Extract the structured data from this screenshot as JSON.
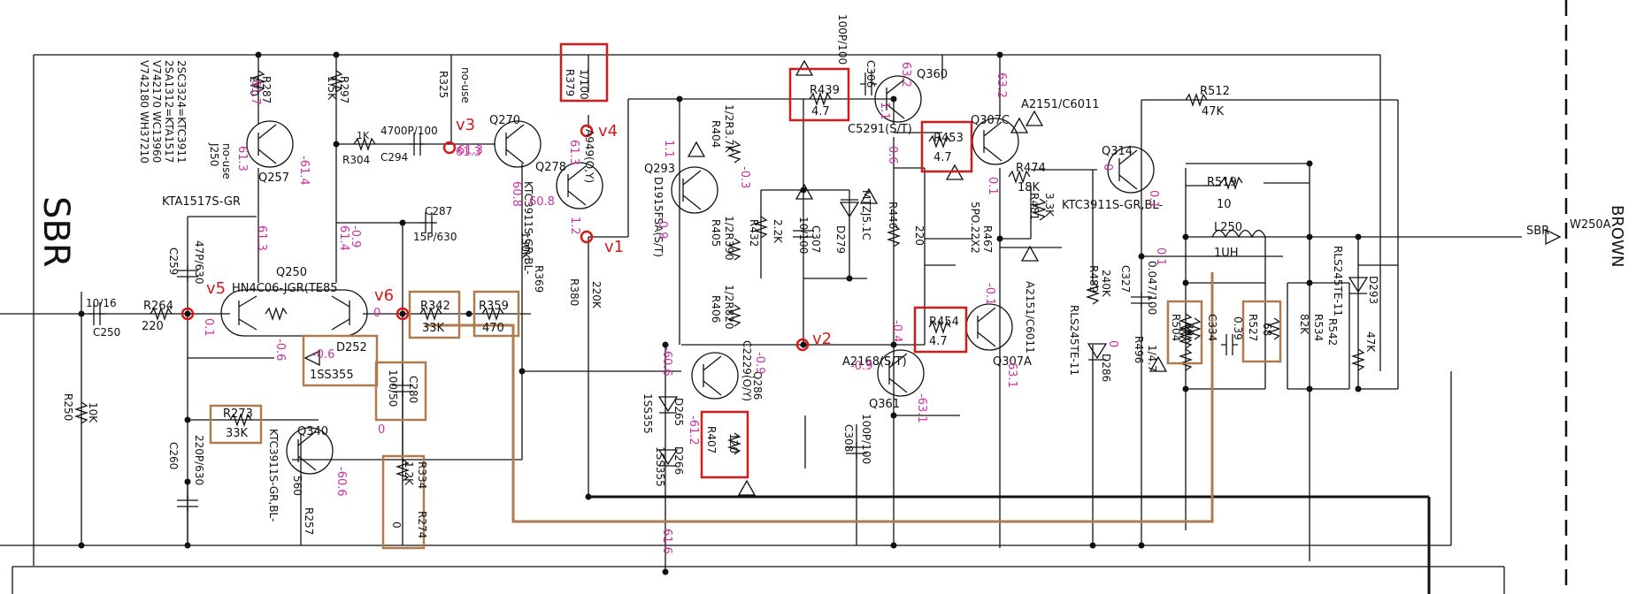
{
  "colors": {
    "wire": "#111111",
    "voltage": "#c8329e",
    "test_point": "#d61a1a",
    "highlight_red": "#d61a1a",
    "highlight_brown": "#b07a4f"
  },
  "labels": {
    "sbr_big": "SBR",
    "brown": "BROWN",
    "sbr_out": "SBR",
    "w250a": "W250A",
    "notes": [
      "2SC3324=KTC3911",
      "2SA1312=KTA1517",
      "V742170 WC13960",
      "V742180 WH37210"
    ],
    "j250": "J250",
    "no_use_j": "no-use"
  },
  "test_points": [
    "v1",
    "v2",
    "v3",
    "v4",
    "v5",
    "v6"
  ],
  "transistors": [
    {
      "ref": "Q257",
      "part": "KTA1517S-GR"
    },
    {
      "ref": "Q270",
      "part": "KTC3911S-GR,BL-"
    },
    {
      "ref": "Q278",
      "part": "A949(O,Y)"
    },
    {
      "ref": "Q250",
      "part": "HN4C06-JGR(TE85"
    },
    {
      "ref": "Q293",
      "part": "D1915FSA(S/T)"
    },
    {
      "ref": "Q286",
      "part": "C2229(O/Y)"
    },
    {
      "ref": "Q340",
      "part": "KTC3911S-GR,BL-"
    },
    {
      "ref": "Q360",
      "part": "C5291(S/T)"
    },
    {
      "ref": "Q361",
      "part": "A2168(S/T)"
    },
    {
      "ref": "Q307C",
      "part": "A2151/C6011"
    },
    {
      "ref": "Q307A",
      "part": "A2151/C6011"
    },
    {
      "ref": "Q314",
      "part": "KTC3911S-GR,BL-"
    }
  ],
  "resistors": [
    {
      "ref": "R287",
      "value": "270"
    },
    {
      "ref": "R297",
      "value": "1.5K"
    },
    {
      "ref": "R325",
      "value": "no-use"
    },
    {
      "ref": "R304",
      "value": "1K"
    },
    {
      "ref": "R379",
      "value": "1/100"
    },
    {
      "ref": "R369",
      "value": "130K"
    },
    {
      "ref": "R380",
      "value": "220K"
    },
    {
      "ref": "R264",
      "value": "220"
    },
    {
      "ref": "R342",
      "value": "33K"
    },
    {
      "ref": "R359",
      "value": "470"
    },
    {
      "ref": "R273",
      "value": "33K"
    },
    {
      "ref": "R257",
      "value": "560"
    },
    {
      "ref": "R334",
      "value": "1.2K"
    },
    {
      "ref": "R274",
      "value": "0"
    },
    {
      "ref": "R250",
      "value": "10K"
    },
    {
      "ref": "R404",
      "value": "1/2R3.7K"
    },
    {
      "ref": "R405",
      "value": "1/2R390"
    },
    {
      "ref": "R432",
      "value": "2.2K"
    },
    {
      "ref": "R406",
      "value": "1/2R820"
    },
    {
      "ref": "R407",
      "value": "120"
    },
    {
      "ref": "R439",
      "value": "4.7"
    },
    {
      "ref": "R446",
      "value": "220"
    },
    {
      "ref": "R453",
      "value": "4.7"
    },
    {
      "ref": "R454",
      "value": "4.7"
    },
    {
      "ref": "R467",
      "value": "5PO.22X2"
    },
    {
      "ref": "R474",
      "value": "18K"
    },
    {
      "ref": "R481",
      "value": "3.3K"
    },
    {
      "ref": "R489",
      "value": "240K"
    },
    {
      "ref": "R496",
      "value": "1/4.7"
    },
    {
      "ref": "R504",
      "value": "39"
    },
    {
      "ref": "R512",
      "value": "47K"
    },
    {
      "ref": "R519",
      "value": "10"
    },
    {
      "ref": "R527",
      "value": "68"
    },
    {
      "ref": "R534",
      "value": "82K"
    },
    {
      "ref": "R542",
      "value": "47K"
    }
  ],
  "capacitors": [
    {
      "ref": "C294",
      "value": "4700P/100"
    },
    {
      "ref": "C287",
      "value": "15P/630"
    },
    {
      "ref": "C259",
      "value": "47P/630"
    },
    {
      "ref": "C250",
      "value": "10/16"
    },
    {
      "ref": "C280",
      "value": "100/50"
    },
    {
      "ref": "C260",
      "value": "220P/630"
    },
    {
      "ref": "C307",
      "value": "10/100"
    },
    {
      "ref": "C306",
      "value": "100P/100"
    },
    {
      "ref": "C308",
      "value": "100P/100"
    },
    {
      "ref": "C327",
      "value": "0.047/100"
    },
    {
      "ref": "C334",
      "value": "0.39"
    }
  ],
  "diodes": [
    {
      "ref": "D252",
      "part": "1SS355"
    },
    {
      "ref": "D265",
      "part": "1SS355"
    },
    {
      "ref": "D266",
      "part": "1SS355"
    },
    {
      "ref": "D279",
      "part": "MTZJ5.1C"
    },
    {
      "ref": "D286",
      "part": "RLS245TE-11"
    },
    {
      "ref": "D293",
      "part": "RLS245TE-11"
    }
  ],
  "inductor": {
    "ref": "L250",
    "value": "1UH"
  },
  "voltages": [
    "61.7",
    "61.3",
    "-61.4",
    "61.3",
    "61.3",
    "60.8",
    "60.8",
    "1.2",
    "61.3",
    "1.1",
    "-0.3",
    "-0.9",
    "-60.6",
    "-61.2",
    "-0.9",
    "61.6",
    "0.1",
    "-0.6",
    "-0.6",
    "0",
    "0",
    "-60.6",
    "63.2",
    "1.1",
    "0.6",
    "0.1",
    "-0.4",
    "-0.9",
    "-63.1",
    "63.1",
    "63.2",
    "-0.1",
    "0",
    "0.1",
    "-0.9",
    "61.4",
    "61.3",
    "0.1",
    "0"
  ]
}
